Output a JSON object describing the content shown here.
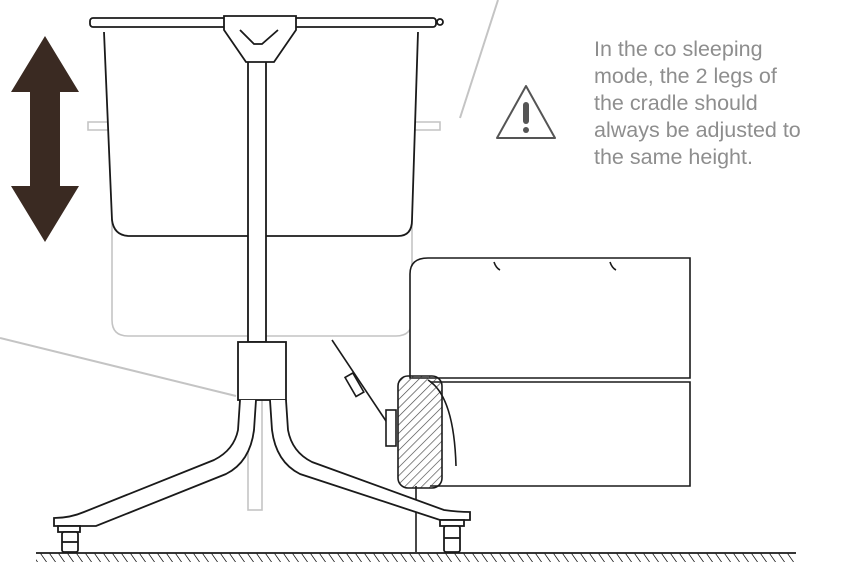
{
  "note": {
    "icon": "warning-triangle-icon",
    "lines": [
      "In the co sleeping",
      "mode, the 2 legs of",
      "the cradle should",
      "always be adjusted to",
      "the same height."
    ]
  },
  "colors": {
    "outline": "#1a1a1a",
    "ghost": "#c4c4c4",
    "arrow": "#3a2a22",
    "text": "#8e8e8e",
    "warning": "#555555",
    "hatch": "#444444"
  }
}
